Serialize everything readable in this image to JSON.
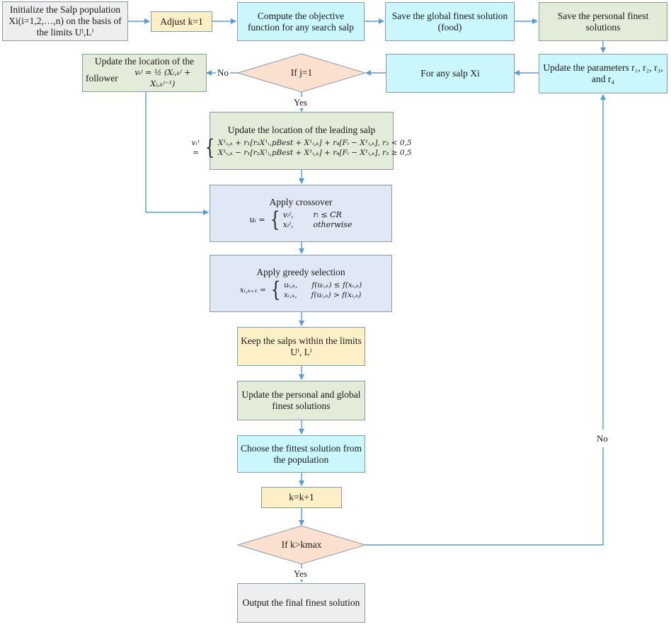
{
  "nodes": {
    "init": "Initialize the Salp population Xi(i=1,2,…,n) on the basis of the limits Uᴵ,Lⁱ",
    "adjust_k": "Adjust k=1",
    "compute_objective": "Compute the objective function for any search salp",
    "save_global": "Save the global finest solution (food)",
    "save_personal": "Save the personal finest solutions",
    "update_params": "Update the parameters r₁, r₂, r₃, and r₄",
    "for_any_salp": "For any salp Xi",
    "if_j1": "If j=1",
    "update_follower_title": "Update the location of the",
    "update_follower_word": "follower",
    "update_follower_formula": "vᵢʲ = ½ (Xᵢ,ₖʲ + Xᵢ,ₖʲ⁻¹)",
    "update_leading_title": "Update the location of the leading salp",
    "update_leading_lhs": "vᵢ¹ =",
    "update_leading_row1": "X¹ᵢ,ₖ + r₁[r₂X¹ᵢ,pBest + X¹ᵢ,ₖ] + r₄[Fᵢ − X¹ᵢ,ₖ], r₃ < 0,5",
    "update_leading_row2": "X¹ᵢ,ₖ − r₁[r₂X¹ᵢ,pBest + X¹ᵢ,ₖ] + r₄[Fᵢ − X¹ᵢ,ₖ], r₃ ≥ 0,5",
    "crossover_title": "Apply crossover",
    "crossover_lhs": "uᵢ =",
    "crossover_row1_val": "vᵢʲ,",
    "crossover_row1_cond": "rᵢ ≤ CR",
    "crossover_row2_val": "xᵢʲ,",
    "crossover_row2_cond": "otherwise",
    "greedy_title": "Apply greedy selection",
    "greedy_lhs": "xᵢ,ₖ₊₁ =",
    "greedy_row1_val": "uᵢ,ₖ,",
    "greedy_row1_cond": "f(uᵢ,ₖ) ≤ f(xᵢ,ₖ)",
    "greedy_row2_val": "xᵢ,ₖ,",
    "greedy_row2_cond": "f(uᵢ,ₖ) > f(xᵢ,ₖ)",
    "keep_limits": "Keep the salps within the limits",
    "keep_limits_2": "Uⁱ, Lⁱ",
    "update_personal_global": "Update the personal and global finest solutions",
    "choose_fittest": "Choose the fittest solution from the population",
    "k_increment": "k=k+1",
    "if_kmax": "If k>kmax",
    "output": "Output the final finest solution"
  },
  "edge_labels": {
    "no_j": "No",
    "yes_j": "Yes",
    "no_k": "No",
    "yes_k": "Yes"
  },
  "colors": {
    "arrow": "#5b9bd5",
    "grey": "#eeeeee",
    "yellow": "#fdefc6",
    "cyan": "#c9f7fb",
    "green": "#e3ecd9",
    "blue": "#dfe8f4",
    "diamond": "#fbe0cf"
  }
}
